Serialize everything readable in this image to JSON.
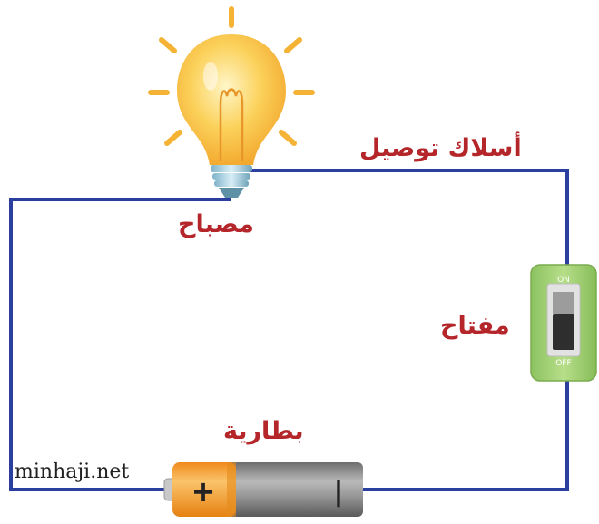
{
  "labels": {
    "wires": "أسلاك توصيل",
    "lamp": "مصباح",
    "switch": "مفتاح",
    "battery": "بطارية"
  },
  "switch": {
    "on": "ON",
    "off": "OFF"
  },
  "battery": {
    "positive": "+",
    "negative": "|"
  },
  "watermark": "minhaji.net",
  "colors": {
    "wire": "#2b3f9e",
    "label": "#b5262a",
    "bulb": "#f7b731",
    "rays": "#f5b335",
    "switch_body": "#a8d27a",
    "battery_cap": "#f4a340",
    "battery_body": "#8c8c8c"
  }
}
